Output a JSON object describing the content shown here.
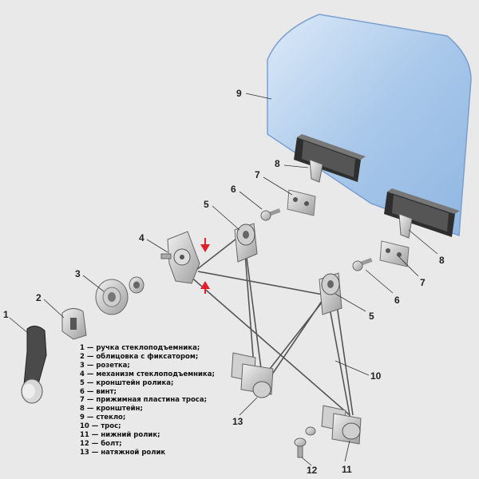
{
  "callouts": {
    "c1": "1",
    "c2": "2",
    "c3": "3",
    "c4": "4",
    "c5a": "5",
    "c5b": "5",
    "c6a": "6",
    "c6b": "6",
    "c7a": "7",
    "c7b": "7",
    "c8a": "8",
    "c8b": "8",
    "c9": "9",
    "c10": "10",
    "c11": "11",
    "c12": "12",
    "c13": "13"
  },
  "legend": [
    "1 — ручка стеклоподъемника;",
    "2 — облицовка с фиксатором;",
    "3 — розетка;",
    "4 — механизм стеклоподъемника;",
    "5 — кронштейн ролика;",
    "6 — винт;",
    "7 — прижимная пластина троса;",
    "8 — кронштейн;",
    "9 — стекло;",
    "10 — трос;",
    "11 — нижний ролик;",
    "12 — болт;",
    "13 — натяжной ролик"
  ],
  "colors": {
    "background": "#e9e9e9",
    "glass": "#a9c8ea",
    "metal": "#bdbdbd",
    "rubber": "#3a3a3a",
    "arrow": "#e0202a",
    "cable": "#555555"
  }
}
